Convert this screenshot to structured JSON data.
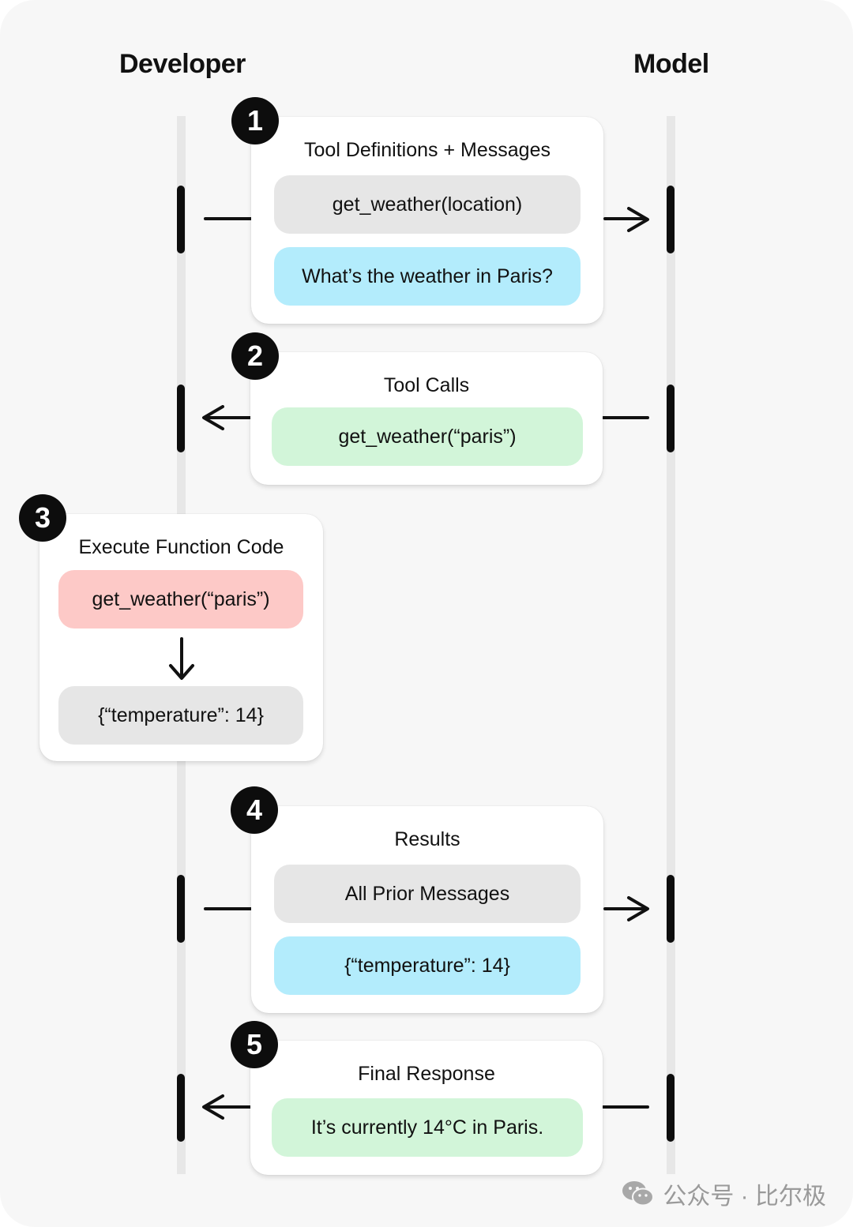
{
  "columns": {
    "developer_label": "Developer",
    "model_label": "Model"
  },
  "steps": [
    {
      "number": "1",
      "title": "Tool Definitions + Messages",
      "items": [
        {
          "text": "get_weather(location)",
          "color": "#e6e6e6"
        },
        {
          "text": "What’s the weather in Paris?",
          "color": "#b3ecfc"
        }
      ],
      "direction": "developer-to-model"
    },
    {
      "number": "2",
      "title": "Tool Calls",
      "items": [
        {
          "text": "get_weather(“paris”)",
          "color": "#d2f5d9"
        }
      ],
      "direction": "model-to-developer"
    },
    {
      "number": "3",
      "title": "Execute Function Code",
      "items": [
        {
          "text": "get_weather(“paris”)",
          "color": "#fdc9c7"
        },
        {
          "text": "{“temperature”: 14}",
          "color": "#e6e6e6"
        }
      ],
      "direction": "local"
    },
    {
      "number": "4",
      "title": "Results",
      "items": [
        {
          "text": "All Prior Messages",
          "color": "#e6e6e6"
        },
        {
          "text": "{“temperature”: 14}",
          "color": "#b3ecfc"
        }
      ],
      "direction": "developer-to-model"
    },
    {
      "number": "5",
      "title": "Final Response",
      "items": [
        {
          "text": "It’s currently 14°C in Paris.",
          "color": "#d2f5d9"
        }
      ],
      "direction": "model-to-developer"
    }
  ],
  "watermark": {
    "text": "公众号 · 比尔极",
    "icon": "wechat-icon"
  },
  "icons": {
    "right_arrow": "arrow-right-icon",
    "left_arrow": "arrow-left-icon",
    "down_arrow": "arrow-down-icon"
  }
}
